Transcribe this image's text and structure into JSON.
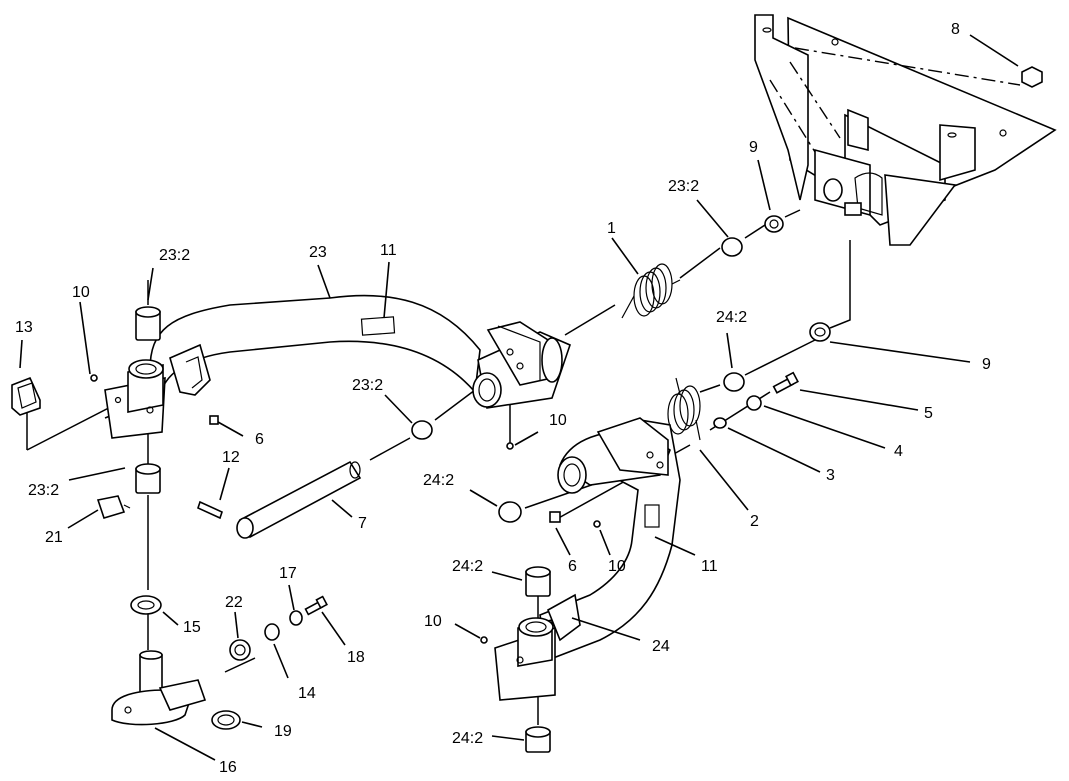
{
  "callouts": {
    "c1": "1",
    "c2": "2",
    "c3": "3",
    "c4": "4",
    "c5": "5",
    "c6a": "6",
    "c6b": "6",
    "c7": "7",
    "c8": "8",
    "c9a": "9",
    "c9b": "9",
    "c10a": "10",
    "c10b": "10",
    "c10c": "10",
    "c10d": "10",
    "c11a": "11",
    "c11b": "11",
    "c12": "12",
    "c13": "13",
    "c14": "14",
    "c15": "15",
    "c16": "16",
    "c17": "17",
    "c18": "18",
    "c19": "19",
    "c21": "21",
    "c22": "22",
    "c23": "23",
    "c23_2a": "23:2",
    "c23_2b": "23:2",
    "c23_2c": "23:2",
    "c23_2d": "23:2",
    "c24": "24",
    "c24_2a": "24:2",
    "c24_2b": "24:2",
    "c24_2c": "24:2",
    "c24_2d": "24:2"
  },
  "colors": {
    "line": "#000000",
    "background": "#ffffff"
  }
}
